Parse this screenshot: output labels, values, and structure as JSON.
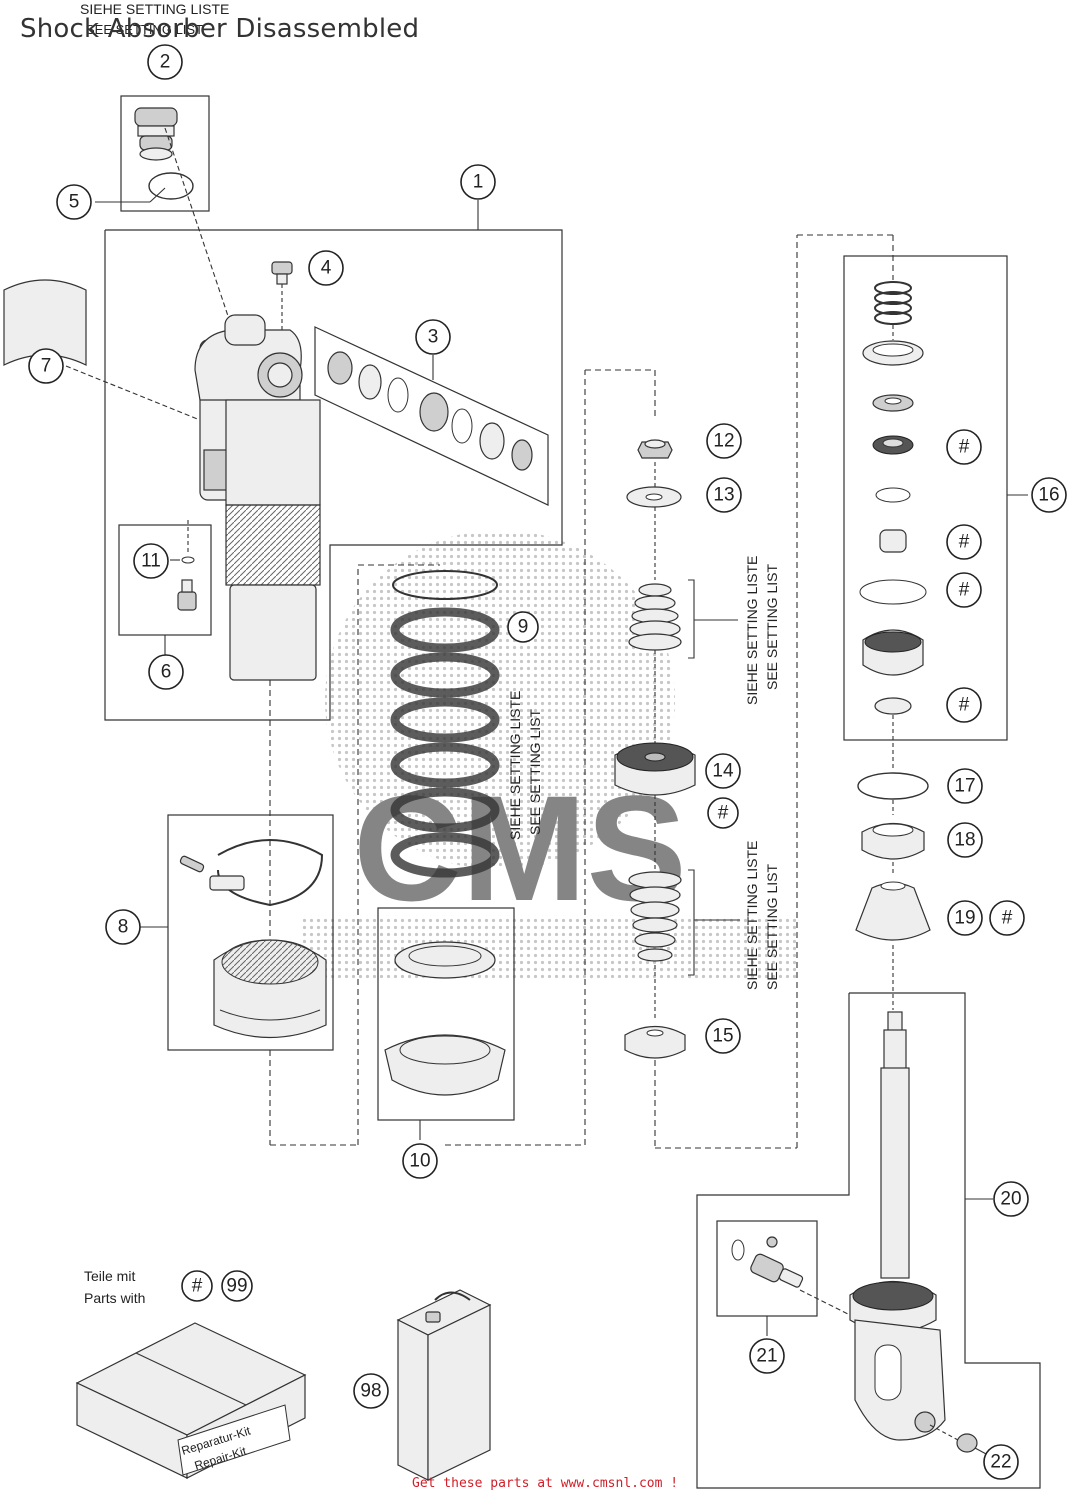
{
  "title": "Shock Absorber Disassembled",
  "header_note": "SIEHE SETTING LISTE",
  "setting_labels": {
    "de": "SIEHE SETTING LISTE",
    "en": "SEE SETTING LIST"
  },
  "legend": {
    "line1": "Teile mit",
    "line2": "Parts with",
    "hash": "#",
    "number": "99"
  },
  "kit_label": {
    "line1": "Reparatur-Kit",
    "line2": "Repair-Kit"
  },
  "watermark": "CMS",
  "footer": "Get these parts at www.cmsnl.com !",
  "callouts": {
    "c1": "1",
    "c2": "2",
    "c3": "3",
    "c4": "4",
    "c5": "5",
    "c6": "6",
    "c7": "7",
    "c8": "8",
    "c9": "9",
    "c10": "10",
    "c11": "11",
    "c12": "12",
    "c13": "13",
    "c14": "14",
    "c15": "15",
    "c16": "16",
    "c17": "17",
    "c18": "18",
    "c19": "19",
    "c20": "20",
    "c21": "21",
    "c22": "22",
    "c98": "98",
    "hash": "#"
  }
}
